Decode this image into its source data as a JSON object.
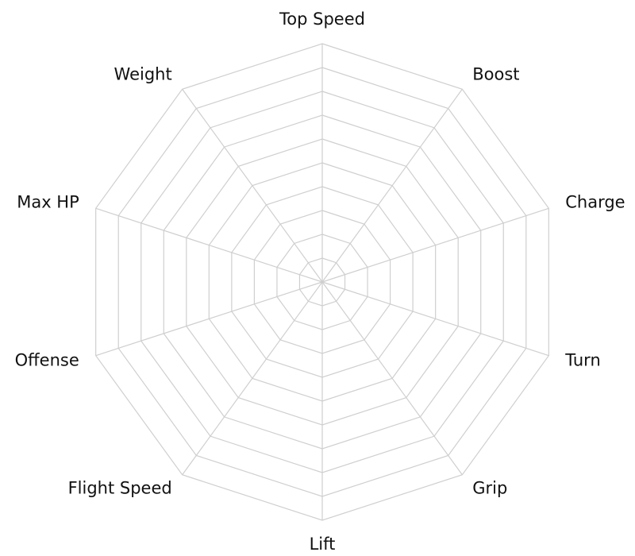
{
  "chart_data": {
    "type": "radar",
    "categories": [
      "Top Speed",
      "Boost",
      "Charge",
      "Turn",
      "Grip",
      "Lift",
      "Flight Speed",
      "Offense",
      "Max HP",
      "Weight"
    ],
    "series": [],
    "rlim": [
      0,
      10
    ],
    "rings": 10,
    "grid": true,
    "colors": {
      "grid": "#cfcfcf",
      "label": "#111111",
      "background": "#ffffff"
    }
  }
}
